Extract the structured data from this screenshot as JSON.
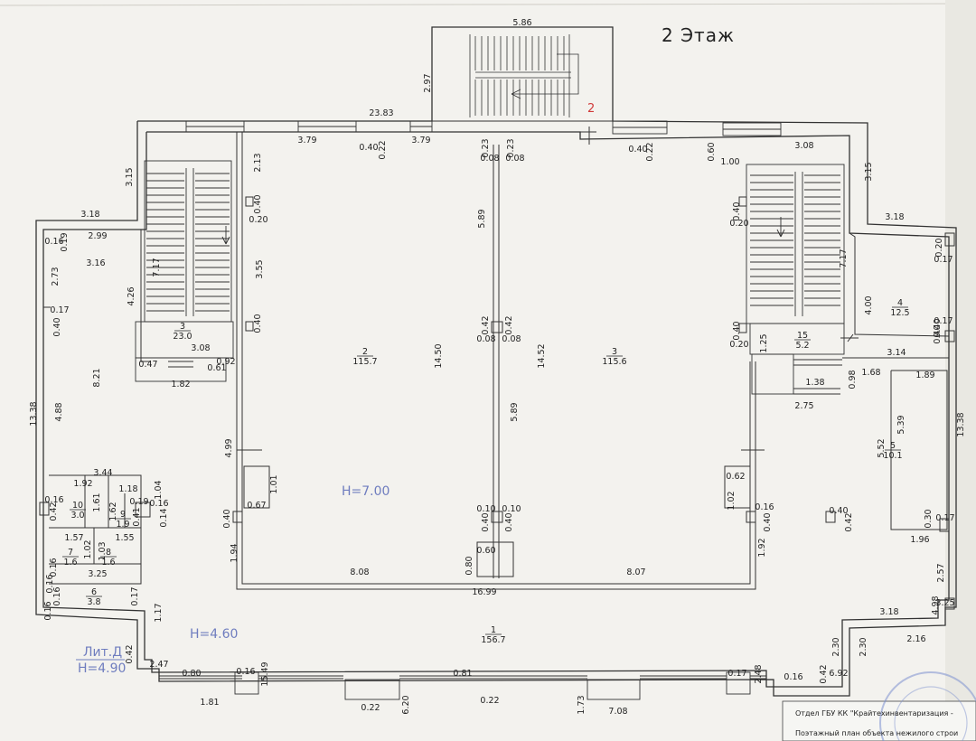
{
  "floor_title": "2 Этаж",
  "staircase_mark": "2",
  "heights": {
    "main_hall": "H=7.00",
    "ground_hall": "H=4.60",
    "lit_label": "Лит.Д",
    "lit_height": "H=4.90"
  },
  "rooms": [
    {
      "num": "1",
      "area": "156.7"
    },
    {
      "num": "2",
      "area": "115.7"
    },
    {
      "num": "3",
      "area": "115.6"
    },
    {
      "num": "3",
      "area": "23.0"
    },
    {
      "num": "4",
      "area": "12.5"
    },
    {
      "num": "5",
      "area": "10.1"
    },
    {
      "num": "6",
      "area": "3.8"
    },
    {
      "num": "7",
      "area": "1.6"
    },
    {
      "num": "8",
      "area": "1.6"
    },
    {
      "num": "9",
      "area": "1.9"
    },
    {
      "num": "10",
      "area": "3.0"
    },
    {
      "num": "15",
      "area": "5.2"
    }
  ],
  "dimensions": [
    "5.86",
    "2.97",
    "23.83",
    "3.79",
    "0.40",
    "0.22",
    "3.79",
    "0.23",
    "0.23",
    "0.08",
    "0.08",
    "0.40",
    "0.22",
    "0.60",
    "1.00",
    "3.08",
    "3.15",
    "3.15",
    "3.18",
    "3.18",
    "2.13",
    "0.40",
    "0.20",
    "5.89",
    "0.40",
    "0.20",
    "0.16",
    "0.19",
    "2.99",
    "3.16",
    "2.73",
    "7.17",
    "4.26",
    "3.55",
    "7.17",
    "0.20",
    "0.17",
    "0.17",
    "0.40",
    "0.40",
    "0.42",
    "0.42",
    "0.08",
    "0.08",
    "0.40",
    "0.20",
    "0.40",
    "4.00",
    "0.17",
    "0.40",
    "1.25",
    "14.50",
    "14.52",
    "3.14",
    "3.08",
    "0.47",
    "0.61",
    "0.92",
    "1.82",
    "8.21",
    "1.38",
    "0.98",
    "1.68",
    "1.89",
    "13.38",
    "4.88",
    "5.89",
    "2.75",
    "5.39",
    "5.52",
    "13.38",
    "4.99",
    "3.44",
    "1.01",
    "1.92",
    "1.18",
    "1.04",
    "0.16",
    "0.42",
    "1.61",
    "1.62",
    "0.19",
    "0.41",
    "0.16",
    "0.14",
    "0.40",
    "0.67",
    "0.10",
    "0.10",
    "0.40",
    "0.40",
    "0.62",
    "1.02",
    "0.16",
    "0.40",
    "0.40",
    "0.42",
    "0.30",
    "0.17",
    "1.57",
    "1.02",
    "1.03",
    "1.55",
    "0.16",
    "1.94",
    "0.60",
    "1.92",
    "1.96",
    "0.80",
    "8.08",
    "8.07",
    "3.25",
    "2.57",
    "0.16",
    "0.16",
    "16.99",
    "0.16",
    "0.17",
    "1.17",
    "4.98",
    "3.25",
    "3.18",
    "2.16",
    "2.30",
    "2.30",
    "0.42",
    "2.47",
    "0.80",
    "0.16",
    "15.49",
    "0.81",
    "0.17",
    "2.48",
    "0.16",
    "0.42",
    "6.92",
    "1.81",
    "0.22",
    "6.20",
    "0.22",
    "1.73",
    "7.08"
  ],
  "stamp_lines": [
    "Отдел ГБУ КК \"Крайтехинвентаризация -",
    "Поэтажный план объекта нежилого строи"
  ]
}
